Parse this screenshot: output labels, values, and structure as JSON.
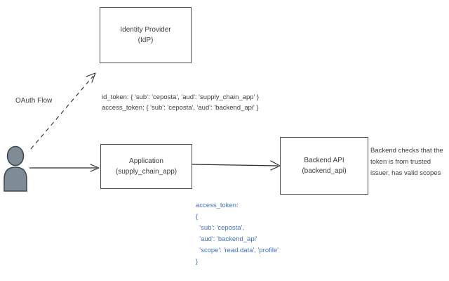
{
  "diagram": {
    "title": "OAuth Flow",
    "actor": {
      "name": "user-actor",
      "fill": "#7f8c96",
      "stroke": "#3f4a52"
    },
    "flow_label": "OAuth Flow",
    "nodes": [
      {
        "id": "idp",
        "line1": "Identity Provider",
        "line2": "(IdP)"
      },
      {
        "id": "application",
        "line1": "Application",
        "line2": "(supply_chain_app)"
      },
      {
        "id": "backend",
        "line1": "Backend API",
        "line2": "(backend_api)"
      }
    ],
    "token_note": {
      "line1": "id_token: { 'sub': 'ceposta', 'aud': 'supply_chain_app' }",
      "line2": "access_token: { 'sub': 'ceposta', 'aud': 'backend_api' }"
    },
    "backend_note": "Backend checks that the token is from trusted issuer, has valid scopes",
    "access_token_json": {
      "label": "access_token:",
      "open_brace": "{",
      "lines": [
        "  'sub': 'ceposta',",
        "  'aud': 'backend_api'",
        "  'scope': 'read.data', 'profile'"
      ],
      "close_brace": "}",
      "color": "#4472c4"
    },
    "edges": [
      {
        "id": "user-to-idp",
        "style": "dashed",
        "arrow": "open"
      },
      {
        "id": "user-to-application",
        "style": "solid",
        "arrow": "open"
      },
      {
        "id": "application-to-backend",
        "style": "solid",
        "arrow": "open"
      }
    ],
    "colors": {
      "box_border": "#4d4d4d",
      "text": "#3b3b3b",
      "accent_blue": "#4472c4",
      "actor_fill": "#7f8c96",
      "background": "#ffffff"
    }
  }
}
